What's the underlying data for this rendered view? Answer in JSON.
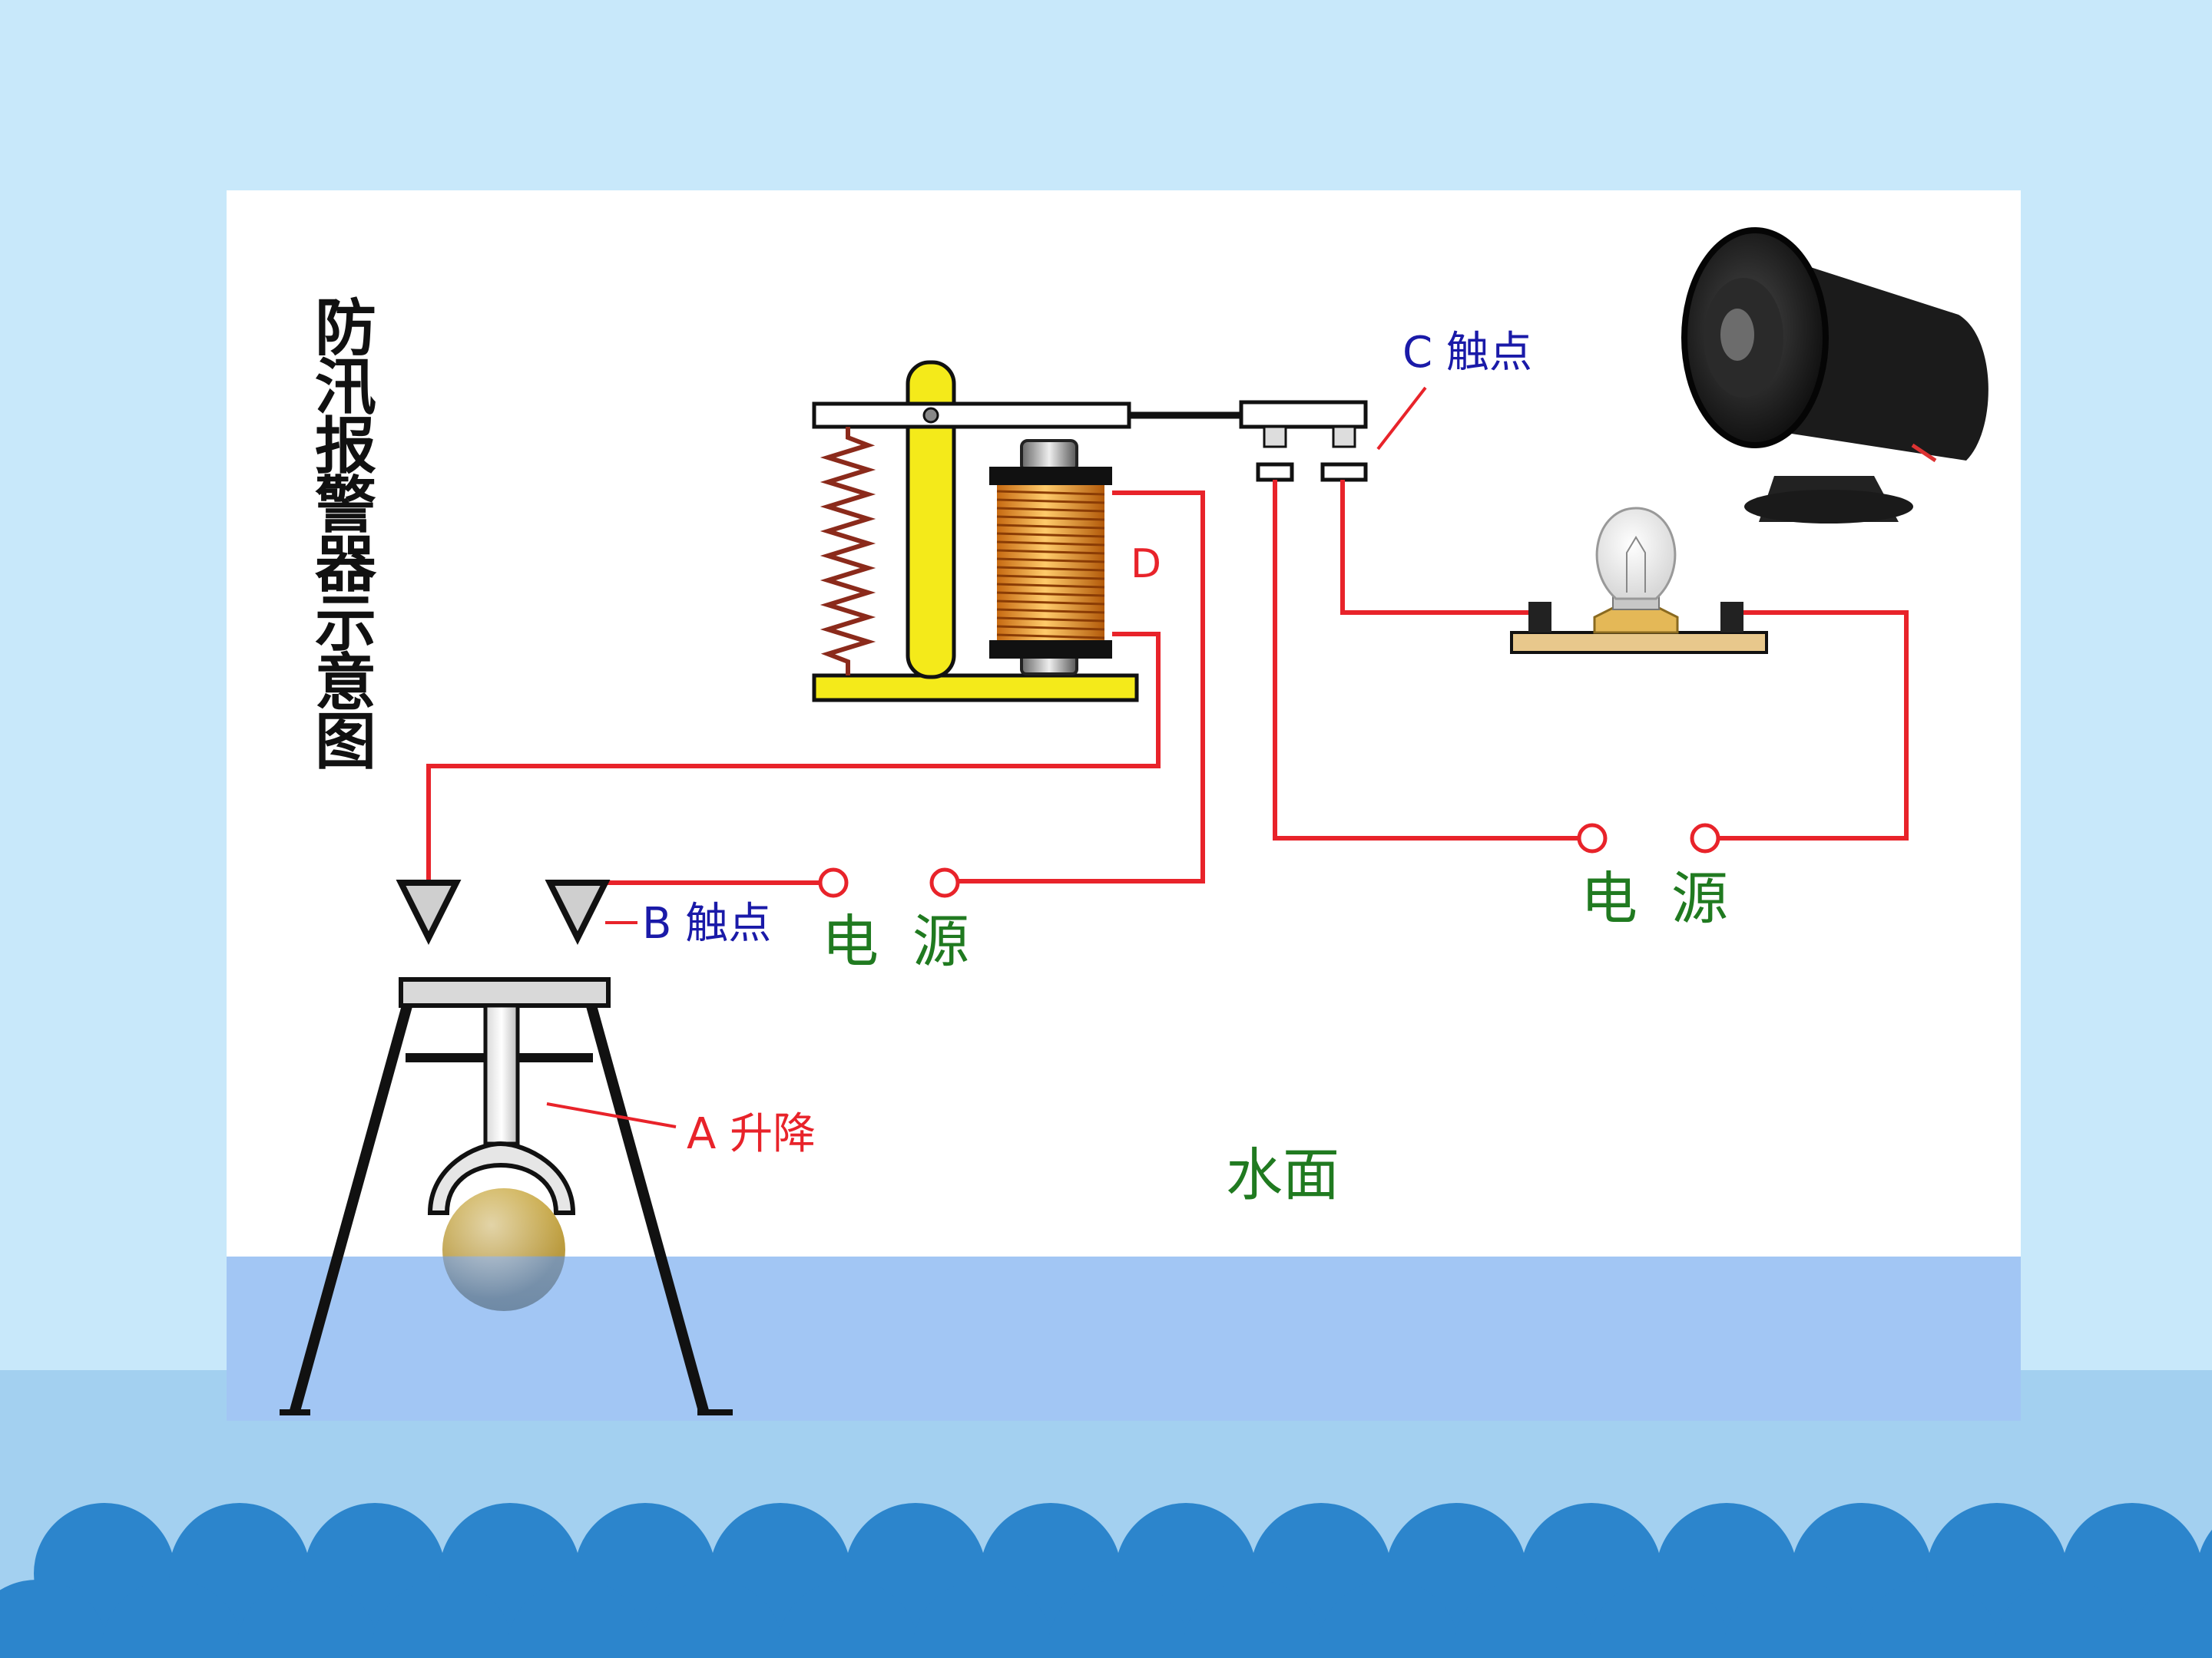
{
  "title": "防汛报警器示意图",
  "labels": {
    "contact_c": "C 触点",
    "coil_d": "D",
    "contact_b": "B 触点",
    "power_left": [
      "电",
      "源"
    ],
    "power_right": [
      "电",
      "源"
    ],
    "lift_a": "A 升降",
    "water_surface": "水面"
  },
  "colors": {
    "wire": "#e8232a",
    "label_blue": "#1a1aa8",
    "label_red": "#e8232a",
    "label_green": "#207a20",
    "water": "#a2c6f4",
    "wave": "#2c85cc",
    "background": "#c8e8fa",
    "base_band": "#a3d0f0"
  },
  "icons": [
    "relay-icon",
    "spring-icon",
    "coil-icon",
    "light-bulb-icon",
    "horn-speaker-icon",
    "float-ball-icon",
    "contact-cone-icon"
  ]
}
